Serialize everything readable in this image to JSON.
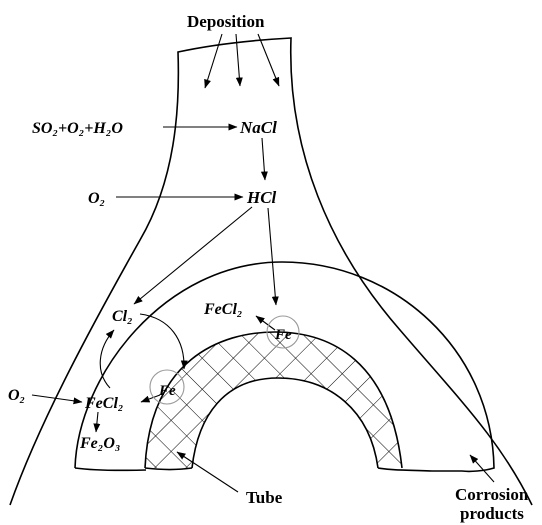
{
  "labels": {
    "deposition": "Deposition",
    "so2_o2_h2o": "SO₂+O₂+H₂O",
    "nacl": "NaCl",
    "o2_top": "O₂",
    "hcl": "HCl",
    "cl2": "Cl₂",
    "fecl2_top": "FeCl₂",
    "fe_outer": "Fe",
    "fe_inner": "Fe",
    "o2_left": "O₂",
    "fecl2_left": "FeCl₂",
    "fe2o3": "Fe₂O₃",
    "tube": "Tube",
    "corrosion_line1": "Corrosion",
    "corrosion_line2": "products"
  },
  "colors": {
    "stroke": "#000000",
    "marker_circle": "#999999",
    "background": "#ffffff"
  }
}
